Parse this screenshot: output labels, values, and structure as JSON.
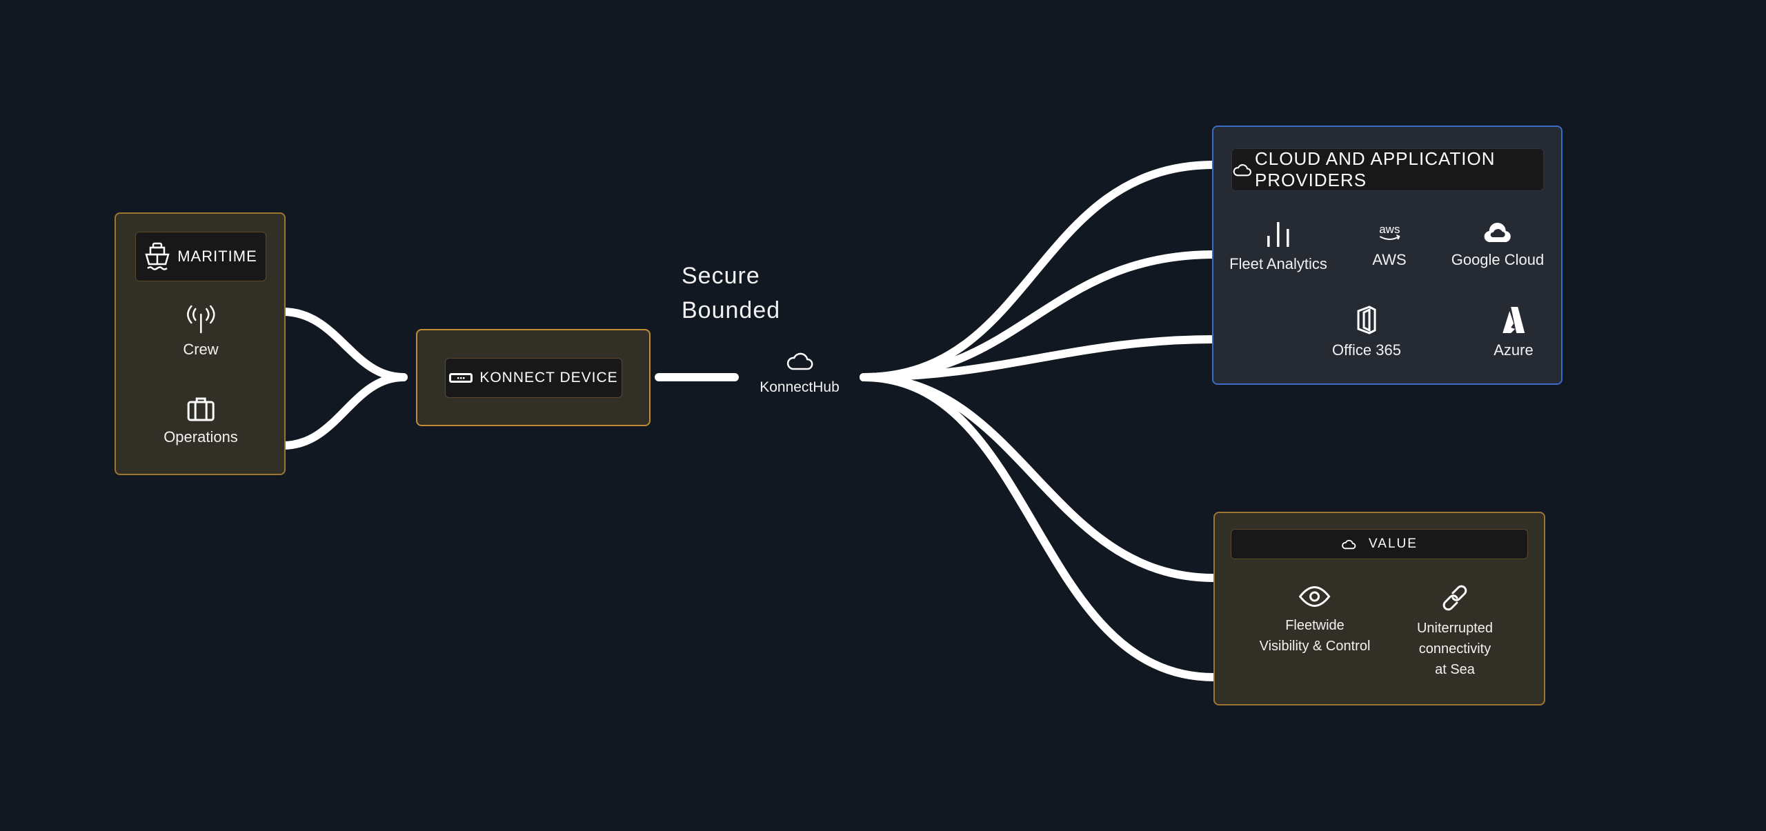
{
  "maritime": {
    "title": "MARITIME",
    "items": [
      {
        "label": "Crew",
        "icon": "antenna-icon"
      },
      {
        "label": "Operations",
        "icon": "briefcase-icon"
      }
    ]
  },
  "device": {
    "title": "KONNECT DEVICE"
  },
  "link": {
    "line1": "Secure",
    "line2": "Bounded"
  },
  "hub": {
    "label": "KonnectHub"
  },
  "providers": {
    "title": "CLOUD AND APPLICATION PROVIDERS",
    "items": [
      {
        "label": "Fleet Analytics"
      },
      {
        "label": "AWS",
        "logo": "aws"
      },
      {
        "label": "Google Cloud"
      },
      {
        "label": "Office 365"
      },
      {
        "label": "Azure"
      }
    ]
  },
  "value": {
    "title": "VALUE",
    "items": [
      {
        "line1": "Fleetwide",
        "line2": "Visibility & Control"
      },
      {
        "line1": "Uniterrupted",
        "line2": "connectivity",
        "line3": "at Sea"
      }
    ]
  },
  "colors": {
    "background": "#111821",
    "gold_border": "#9c7733",
    "blue_border": "#3b6cc6"
  }
}
